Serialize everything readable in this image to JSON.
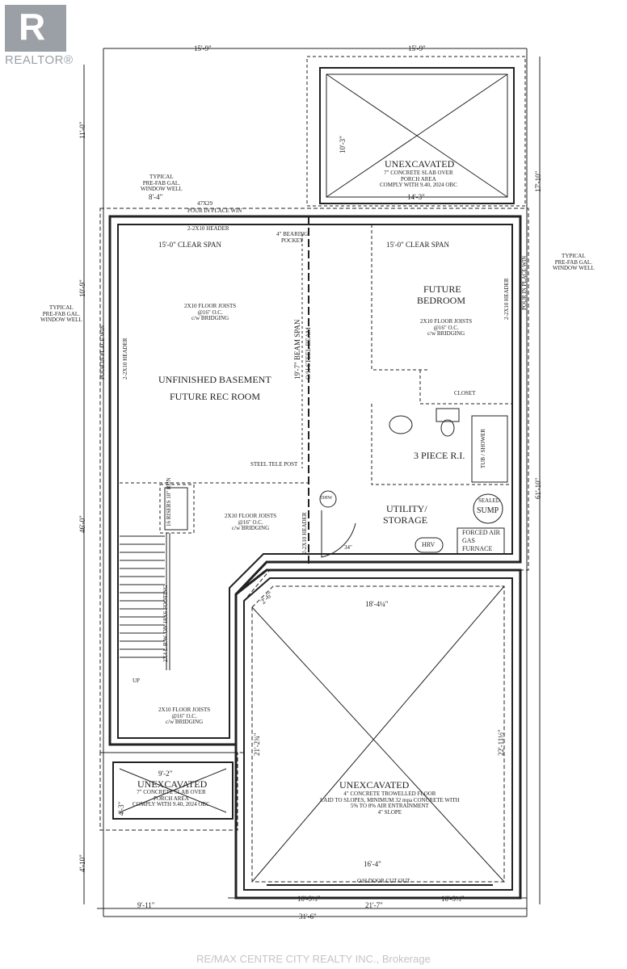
{
  "logo": {
    "text": "REALTOR®"
  },
  "watermark": "RE/MAX CENTRE CITY REALTY INC., Brokerage",
  "dimensions": {
    "top_left": "15'-9\"",
    "top_right": "15'-9\"",
    "left_top": "11'-0\"",
    "left_window": "8'-4\"",
    "left_upper": "10'-9\"",
    "left_main": "46'-0\"",
    "left_bottom": "4'-10\"",
    "right_top": "17'-10\"",
    "right_total": "61'-10\"",
    "porch_width": "14'-3\"",
    "porch_depth": "10'-3\"",
    "clear_span_left": "15'-0\" CLEAR SPAN",
    "clear_span_right": "15'-0\" CLEAR SPAN",
    "beam_span": "19'-7\" BEAM SPAN",
    "garage_width": "18'-4¼\"",
    "garage_left": "21'-2¾\"",
    "garage_right": "22'-11½\"",
    "garage_corner": "2'-6\"",
    "garage_door": "16'-4\"",
    "small_porch_w": "9'-2\"",
    "small_porch_d": "4'-3\"",
    "bottom_left": "9'-11\"",
    "bottom_mid": "21'-7\"",
    "bottom_seg1": "10'-9½\"",
    "bottom_seg2": "10'-9½\"",
    "bottom_total": "31'-6\""
  },
  "rooms": {
    "basement_l1": "UNFINISHED BASEMENT",
    "basement_l2": "FUTURE REC ROOM",
    "bedroom_l1": "FUTURE",
    "bedroom_l2": "BEDROOM",
    "bath": "3 PIECE R.I.",
    "utility_l1": "UTILITY/",
    "utility_l2": "STORAGE",
    "closet": "CLOSET",
    "tub": "TUB / SHOWER",
    "furnace_l1": "FORCED AIR",
    "furnace_l2": "GAS",
    "furnace_l3": "FURNACE",
    "hrv": "HRV",
    "sump_l1": "SEALED",
    "sump_l2": "SUMP",
    "dhw": "DHW",
    "unexc_top": "UNEXCAVATED",
    "unexc_small": "UNEXCAVATED",
    "unexc_garage": "UNEXCAVATED"
  },
  "notes": {
    "porch_top": [
      "7\" CONCRETE SLAB OVER",
      "PORCH AREA",
      "COMPLY WITH 9.40, 2024 OBC"
    ],
    "porch_small": [
      "7\" CONCRETE SLAB OVER",
      "PORCH AREA",
      "COMPLY WITH 9.40, 2024 OBC"
    ],
    "garage": [
      "4\" CONCRETE TROWELLED FLOOR",
      "LAID TO SLOPES, MINIMUM 32 mpa CONCRETE WITH",
      "5% TO 8% AIR ENTRAINMENT",
      "4\" SLOPE"
    ],
    "window_well_top": [
      "TYPICAL",
      "PRE-FAB GAL.",
      "WINDOW WELL"
    ],
    "window_well_left": [
      "TYPICAL",
      "PRE-FAB GAL.",
      "WINDOW WELL"
    ],
    "window_well_right": [
      "TYPICAL",
      "PRE-FAB GAL.",
      "WINDOW WELL"
    ],
    "joists_main": [
      "2X10 FLOOR JOISTS",
      "@16\" O.C.",
      "c/w BRIDGING"
    ],
    "joists_bed": [
      "2X10 FLOOR JOISTS",
      "@16\" O.C.",
      "c/w BRIDGING"
    ],
    "joists_mid": [
      "2X10 FLOOR JOISTS",
      "@16\" O.C.",
      "c/w BRIDGING"
    ],
    "joists_low": [
      "2X10 FLOOR JOISTS",
      "@16\" O.C.",
      "c/w BRIDGING"
    ],
    "header_top": "2-2X10 HEADER",
    "header_left": "2-2X10 HEADER",
    "header_right": "2-2X10 HEADER",
    "header_util": "2-2X10 HEADER",
    "win_top": "POUR IN PLACE WIN",
    "win_top_size": "47X29",
    "win_left": "POUR IN PLACE WIN",
    "win_right": "POUR IN PLACE WIN",
    "bearing": [
      "4\" BEARING",
      "POCKET"
    ],
    "steel_beam": "O/H STEEL BEAM",
    "tele_post": "STEEL TELE POST",
    "stair_risers": [
      "16 RISERS",
      "10\" RUN"
    ],
    "stair_wall": "2X4 L.B.W. ON 18X6 FOOTING",
    "up": "UP",
    "door_angle": "34\"",
    "door_cutout": "O/H DOOR CUT OUT"
  },
  "colors": {
    "line": "#222222",
    "logo": "#9aa0a6",
    "watermark": "#c4c4c4"
  }
}
